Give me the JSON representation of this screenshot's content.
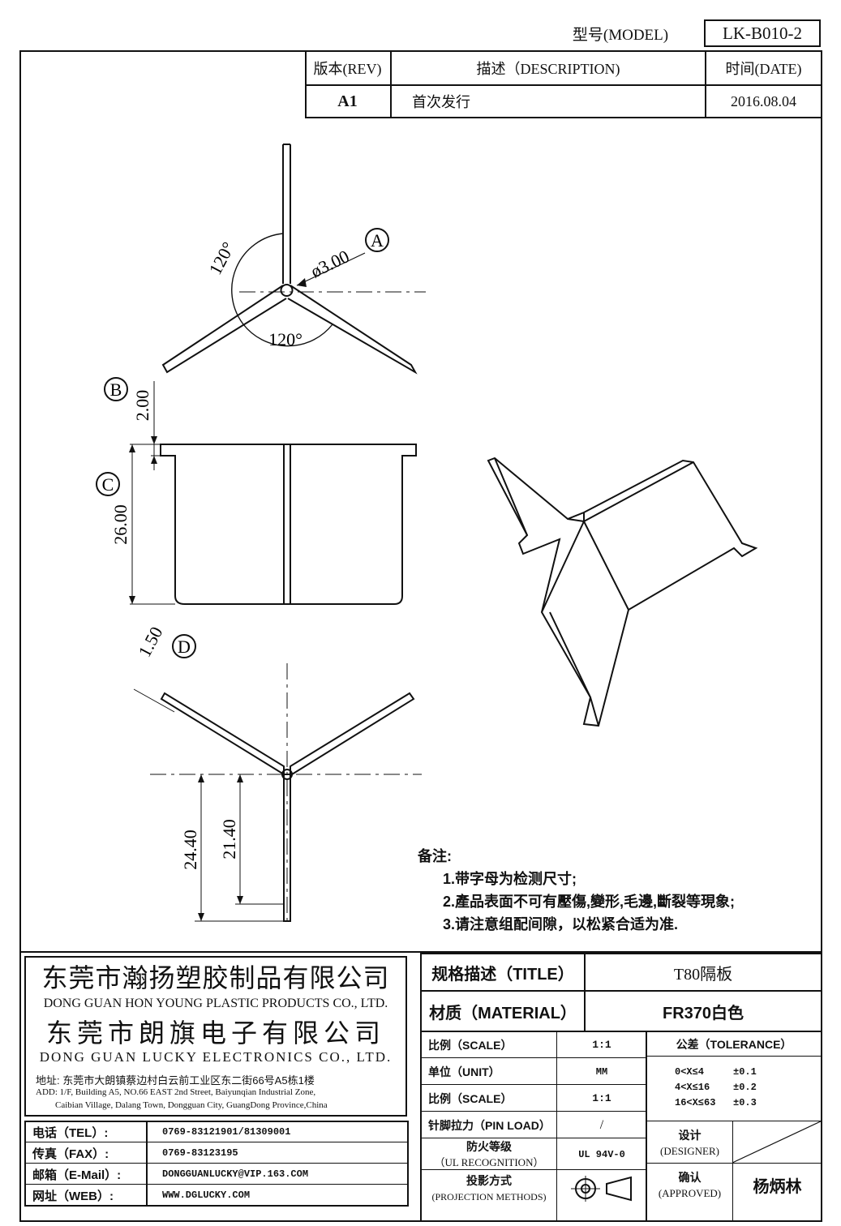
{
  "header": {
    "model_label": "型号(MODEL)",
    "model_value": "LK-B010-2",
    "rev_label": "版本(REV)",
    "desc_label": "描述（DESCRIPTION)",
    "date_label": "时间(DATE)",
    "rev_value": "A1",
    "desc_value": "首次发行",
    "date_value": "2016.08.04"
  },
  "drawing": {
    "angle_top": "120°",
    "angle_bottom": "120°",
    "dia_label": "ø3.00",
    "mark_a": "A",
    "mark_b": "B",
    "mark_c": "C",
    "mark_d": "D",
    "dim_b": "2.00",
    "dim_c": "26.00",
    "dim_d": "1.50",
    "dim_e1": "24.40",
    "dim_e2": "21.40"
  },
  "notes": {
    "title": "备注:",
    "items": [
      "1.带字母为检测尺寸;",
      "2.產品表面不可有壓傷,變形,毛邊,斷裂等現象;",
      "3.请注意组配间隙，以松紧合适为准."
    ]
  },
  "company": {
    "name_cn_1": "东莞市瀚扬塑胶制品有限公司",
    "name_en_1": "DONG GUAN HON YOUNG PLASTIC PRODUCTS CO., LTD.",
    "name_cn_2": "东莞市朗旗电子有限公司",
    "name_en_2": "DONG GUAN LUCKY ELECTRONICS CO., LTD.",
    "addr_cn": "地址: 东莞市大朗镇蔡边村白云前工业区东二街66号A5栋1楼",
    "addr_en_1": "ADD: 1/F, Building A5, NO.66 EAST 2nd Street, Baiyunqian Industrial Zone,",
    "addr_en_2": "Caibian Village, Dalang Town, Dongguan City, GuangDong Province,China"
  },
  "contacts": [
    {
      "label": "电话（TEL）:",
      "value": "0769-83121901/81309001"
    },
    {
      "label": "传真（FAX）:",
      "value": "0769-83123195"
    },
    {
      "label": "邮箱（E-Mail）:",
      "value": "DONGGUANLUCKY@VIP.163.COM"
    },
    {
      "label": "网址（WEB）:",
      "value": "WWW.DGLUCKY.COM"
    }
  ],
  "spec": {
    "title_label": "规格描述（TITLE）",
    "title_value": "T80隔板",
    "material_label": "材质（MATERIAL）",
    "material_value": "FR370白色",
    "scale_label": "比例（SCALE）",
    "scale_value": "1:1",
    "tolerance_label": "公差（TOLERANCE）",
    "unit_label": "单位（UNIT）",
    "unit_value": "MM",
    "scale2_label": "比例（SCALE）",
    "scale2_value": "1:1",
    "tol_rows": [
      {
        "range": "0<X≤4",
        "value": "±0.1"
      },
      {
        "range": "4<X≤16",
        "value": "±0.2"
      },
      {
        "range": "16<X≤63",
        "value": "±0.3"
      }
    ],
    "pin_label": "针脚拉力（PIN LOAD）",
    "pin_value": "/",
    "ul_label_1": "防火等级",
    "ul_label_2": "（UL RECOGNITION）",
    "ul_value": "UL 94V-0",
    "designer_label_1": "设计",
    "designer_label_2": "(DESIGNER)",
    "proj_label_1": "投影方式",
    "proj_label_2": "(PROJECTION METHODS)",
    "approved_label_1": "确认",
    "approved_label_2": "(APPROVED)",
    "approved_value": "杨炳林"
  }
}
